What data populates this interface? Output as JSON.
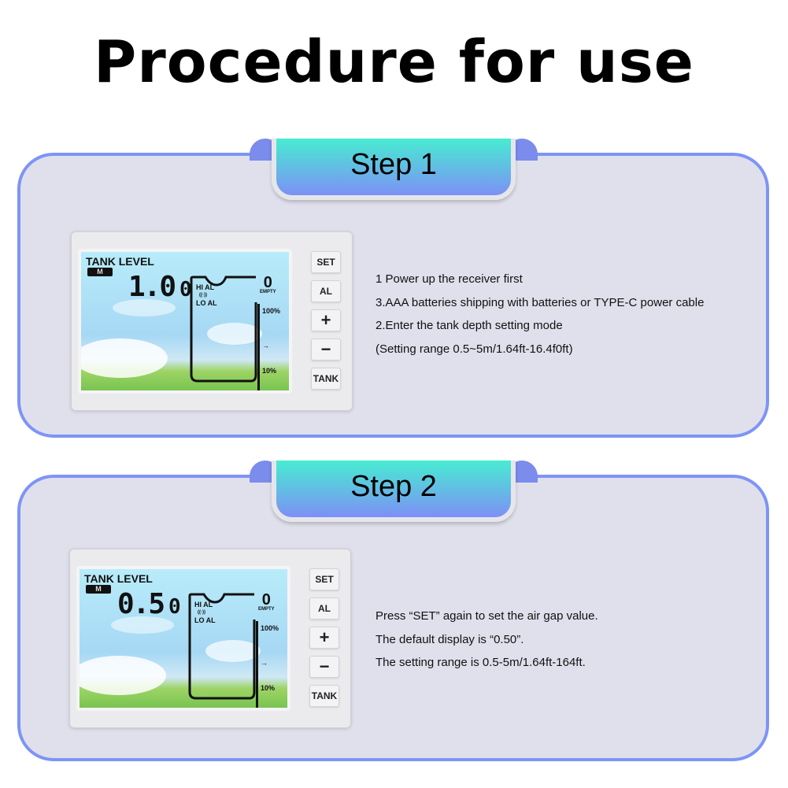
{
  "title": "Procedure for use",
  "steps": [
    {
      "tab_label": "Step 1",
      "device": {
        "lcd_label": "TANK LEVEL",
        "unit": "M",
        "reading_main": "1.0",
        "reading_small": "0",
        "hi_al": "HI AL",
        "lo_al": "LO AL",
        "alarm_icon": "((·))",
        "empty_digit": "0",
        "empty_label": "EMPTY",
        "tick_top": "100%",
        "tick_bottom": "10%",
        "buttons": [
          "SET",
          "AL",
          "+",
          "−",
          "TANK"
        ]
      },
      "lines": [
        "1 Power up the receiver first",
        "3.AAA batteries shipping with batteries or TYPE-C power cable",
        "2.Enter the tank depth setting mode",
        "(Setting range 0.5~5m/1.64ft-16.4f0ft)"
      ]
    },
    {
      "tab_label": "Step 2",
      "device": {
        "lcd_label": "TANK LEVEL",
        "unit": "M",
        "reading_main": "0.5",
        "reading_small": "0",
        "hi_al": "HI AL",
        "lo_al": "LO AL",
        "alarm_icon": "((·))",
        "empty_digit": "0",
        "empty_label": "EMPTY",
        "tick_top": "100%",
        "tick_bottom": "10%",
        "buttons": [
          "SET",
          "AL",
          "+",
          "−",
          "TANK"
        ]
      },
      "lines": [
        "Press “SET” again to set the air gap value.",
        "The default display is “0.50”.",
        "The setting range is 0.5-5m/1.64ft-164ft."
      ]
    }
  ],
  "colors": {
    "panel_border": "#7e94f5",
    "panel_bg": "#e0e0ec",
    "tab_top": "#47ecd1",
    "tab_bottom": "#7d90f6"
  }
}
